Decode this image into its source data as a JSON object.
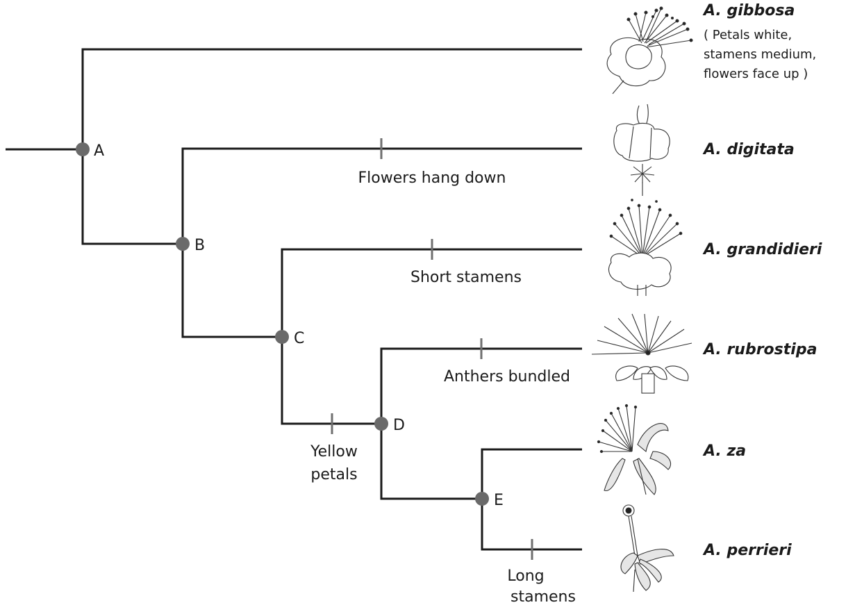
{
  "nodes": [
    {
      "id": "A",
      "label": "A"
    },
    {
      "id": "B",
      "label": "B"
    },
    {
      "id": "C",
      "label": "C"
    },
    {
      "id": "D",
      "label": "D"
    },
    {
      "id": "E",
      "label": "E"
    }
  ],
  "taxa": [
    {
      "id": "gibbosa",
      "name": "A. gibbosa",
      "note": [
        "( Petals white,",
        "stamens medium,",
        "flowers face up )"
      ],
      "illustration": "flower-gibbosa-icon"
    },
    {
      "id": "digitata",
      "name": "A. digitata",
      "illustration": "flower-digitata-icon"
    },
    {
      "id": "grandidieri",
      "name": "A. grandidieri",
      "illustration": "flower-grandidieri-icon"
    },
    {
      "id": "rubrostipa",
      "name": "A. rubrostipa",
      "illustration": "flower-rubrostipa-icon"
    },
    {
      "id": "za",
      "name": "A. za",
      "illustration": "flower-za-icon"
    },
    {
      "id": "perrieri",
      "name": "A. perrieri",
      "illustration": "flower-perrieri-icon"
    }
  ],
  "traits": [
    {
      "id": "digitata",
      "lines": [
        "Flowers hang down"
      ]
    },
    {
      "id": "grandidieri",
      "lines": [
        "Short stamens"
      ]
    },
    {
      "id": "rubrostipa",
      "lines": [
        "Anthers bundled"
      ]
    },
    {
      "id": "yellow",
      "lines": [
        "Yellow",
        "petals"
      ]
    },
    {
      "id": "perrieri",
      "lines": [
        "Long",
        "stamens"
      ]
    }
  ]
}
